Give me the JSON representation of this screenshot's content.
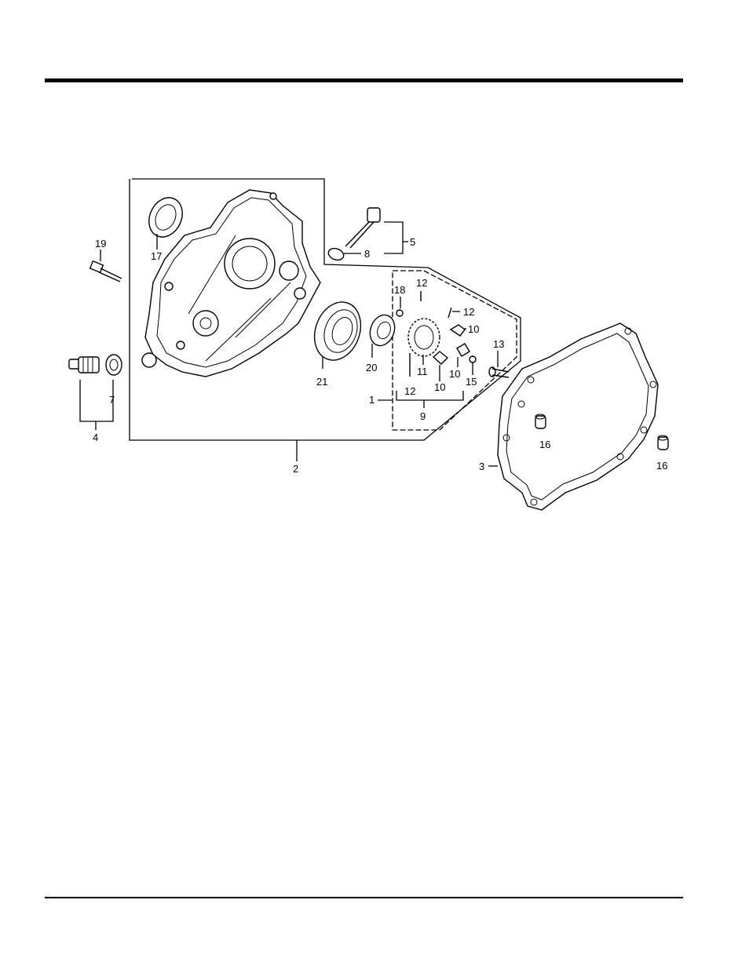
{
  "diagram": {
    "callouts": [
      {
        "id": "c19",
        "text": "19"
      },
      {
        "id": "c17",
        "text": "17"
      },
      {
        "id": "c5",
        "text": "5"
      },
      {
        "id": "c8",
        "text": "8"
      },
      {
        "id": "c18",
        "text": "18"
      },
      {
        "id": "c12a",
        "text": "12"
      },
      {
        "id": "c12b",
        "text": "12"
      },
      {
        "id": "c10a",
        "text": "10"
      },
      {
        "id": "c13",
        "text": "13"
      },
      {
        "id": "c21",
        "text": "21"
      },
      {
        "id": "c20",
        "text": "20"
      },
      {
        "id": "c11",
        "text": "11"
      },
      {
        "id": "c10b",
        "text": "10"
      },
      {
        "id": "c10c",
        "text": "10"
      },
      {
        "id": "c15",
        "text": "15"
      },
      {
        "id": "c12c",
        "text": "12"
      },
      {
        "id": "c7",
        "text": "7"
      },
      {
        "id": "c4",
        "text": "4"
      },
      {
        "id": "c1",
        "text": "1"
      },
      {
        "id": "c9",
        "text": "9"
      },
      {
        "id": "c16a",
        "text": "16"
      },
      {
        "id": "c16b",
        "text": "16"
      },
      {
        "id": "c3",
        "text": "3"
      },
      {
        "id": "c2",
        "text": "2"
      }
    ]
  }
}
